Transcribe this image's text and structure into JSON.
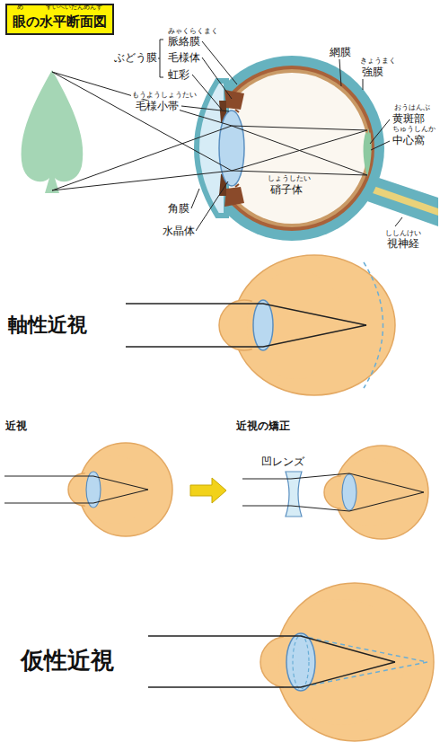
{
  "diagram": {
    "nodes": [
      {
        "text": [
          "眼の水平断面図"
        ]
      }
    ],
    "labels": [
      "め",
      "すいへいだんめんず",
      "みゃくらくまく",
      "脈絡膜",
      "ぶどう膜",
      "毛様体",
      "虹彩",
      "もうようしょうたい",
      "毛様小帯",
      "角膜",
      "水晶体",
      "しょうしたい",
      "硝子体",
      "網膜",
      "きょうまく",
      "強膜",
      "おうはんぶ",
      "黄斑部",
      "ちゅうしんか",
      "中心窩",
      "ししんけい",
      "視神経",
      "軸性近視",
      "近視",
      "近視の矯正",
      "凹レンズ",
      "仮性近視"
    ]
  }
}
